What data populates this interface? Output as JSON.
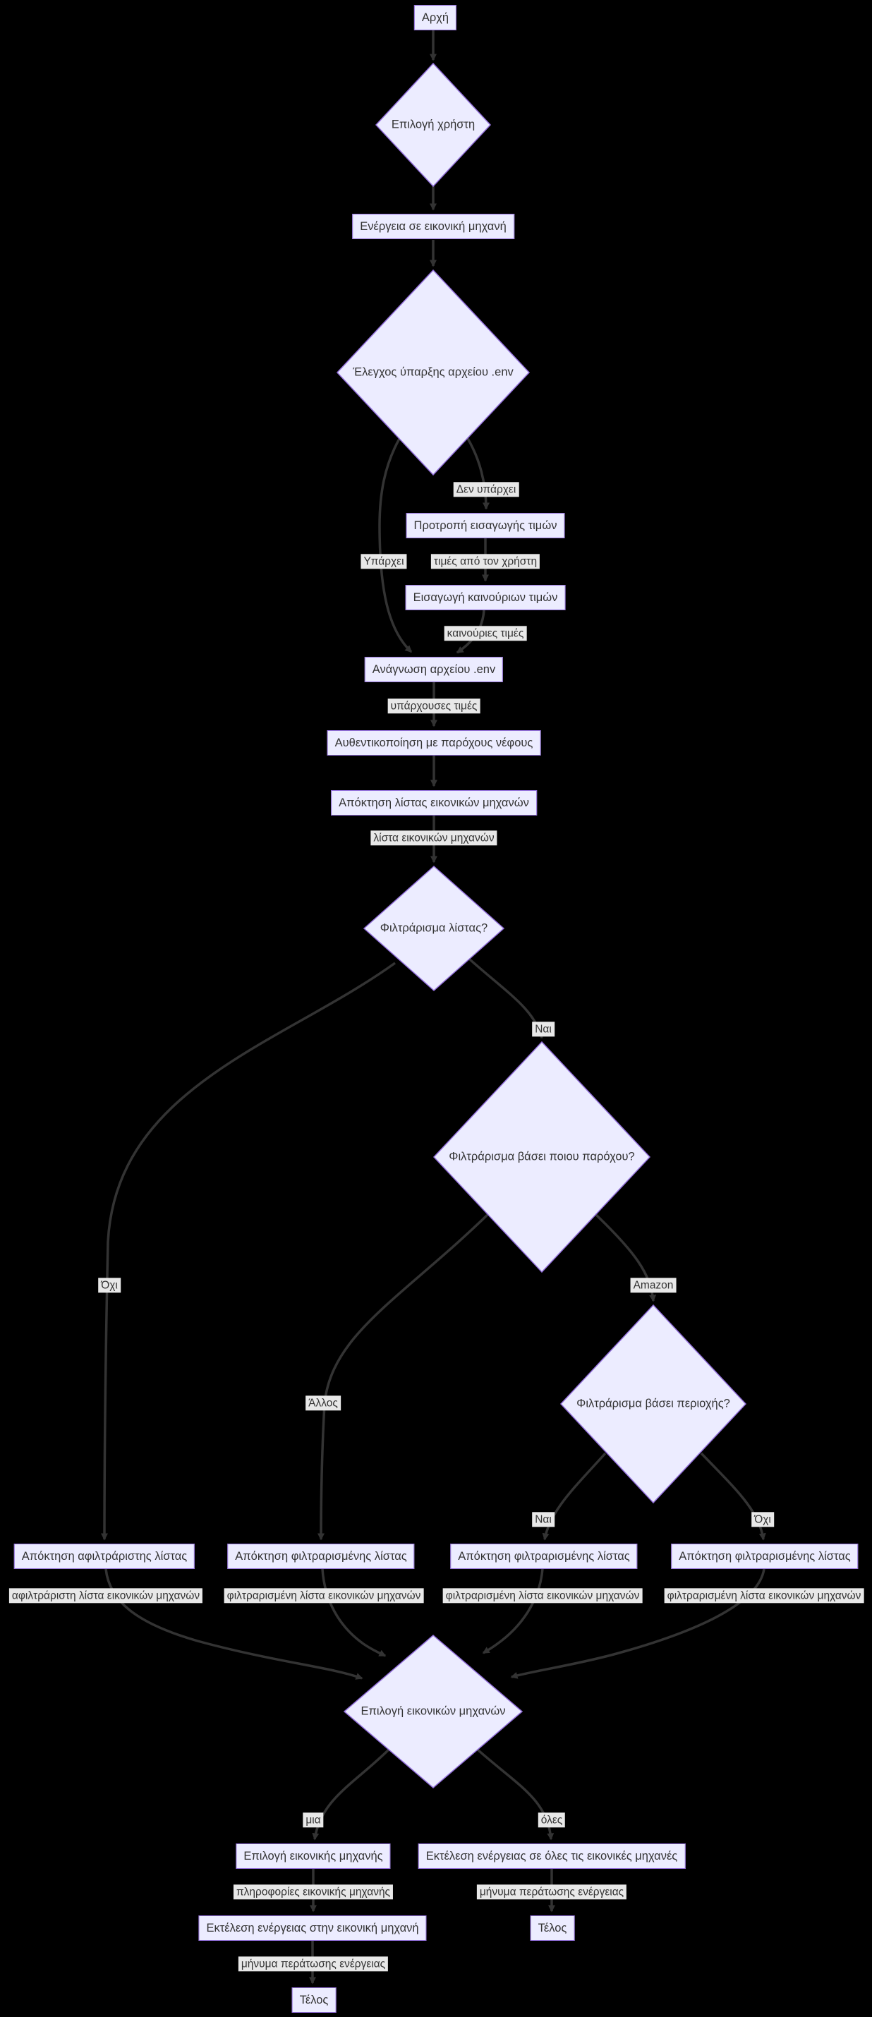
{
  "diagram_type": "flowchart",
  "colors": {
    "background": "#000000",
    "node_fill": "#ececff",
    "node_border": "#9370db",
    "node_text": "#333333",
    "edge": "#333333",
    "edge_label_bg": "#e8e8e8",
    "edge_label_text": "#333333"
  },
  "nodes": {
    "start": "Αρχή",
    "user_choice": "Επιλογή χρήστη",
    "vm_action": "Ενέργεια σε εικονική μηχανή",
    "env_check": "Έλεγχος ύπαρξης αρχείου .env",
    "prompt_values": "Προτροπή εισαγωγής τιμών",
    "insert_new_values": "Εισαγωγή καινούριων τιμών",
    "read_env": "Ανάγνωση αρχείου .env",
    "authenticate": "Αυθεντικοποίηση με παρόχους νέφους",
    "get_vm_list": "Απόκτηση λίστας εικονικών μηχανών",
    "filter_list_q": "Φιλτράρισμα λίστας?",
    "filter_provider_q": "Φιλτράρισμα βάσει ποιου παρόχου?",
    "filter_region_q": "Φιλτράρισμα βάσει περιοχής?",
    "get_unfiltered_list": "Απόκτηση αφιλτράριστης λίστας",
    "get_filtered_list_other": "Απόκτηση φιλτραρισμένης λίστας",
    "get_filtered_list_region_yes": "Απόκτηση φιλτραρισμένης λίστας",
    "get_filtered_list_region_no": "Απόκτηση φιλτραρισμένης λίστας",
    "select_vms": "Επιλογή εικονικών μηχανών",
    "select_one_vm": "Επιλογή εικονικής μηχανής",
    "exec_all_vms": "Εκτέλεση ενέργειας σε όλες τις εικονικές μηχανές",
    "exec_one_vm": "Εκτέλεση ενέργειας στην εικονική μηχανή",
    "end_all": "Τέλος",
    "end_one": "Τέλος"
  },
  "edge_labels": {
    "not_exists": "Δεν υπάρχει",
    "exists": "Υπάρχει",
    "values_from_user": "τιμές από τον χρήστη",
    "new_values": "καινούριες τιμές",
    "existing_values": "υπάρχουσες τιμές",
    "vm_list": "λίστα εικονικών μηχανών",
    "yes_filter": "Ναι",
    "no_filter": "Όχι",
    "amazon": "Amazon",
    "other_provider": "Άλλος",
    "yes_region": "Ναι",
    "no_region": "Όχι",
    "unfiltered_vm_list": "αφιλτράριστη λίστα εικονικών μηχανών",
    "filtered_vm_list_other": "φιλτραρισμένη λίστα εικονικών μηχανών",
    "filtered_vm_list_region_yes": "φιλτραρισμένη λίστα εικονικών μηχανών",
    "filtered_vm_list_region_no": "φιλτραρισμένη λίστα εικονικών μηχανών",
    "one": "μια",
    "all": "όλες",
    "vm_info": "πληροφορίες εικονικής μηχανής",
    "completion_message_all": "μήνυμα περάτωσης ενέργειας",
    "completion_message_one": "μήνυμα περάτωσης ενέργειας"
  }
}
